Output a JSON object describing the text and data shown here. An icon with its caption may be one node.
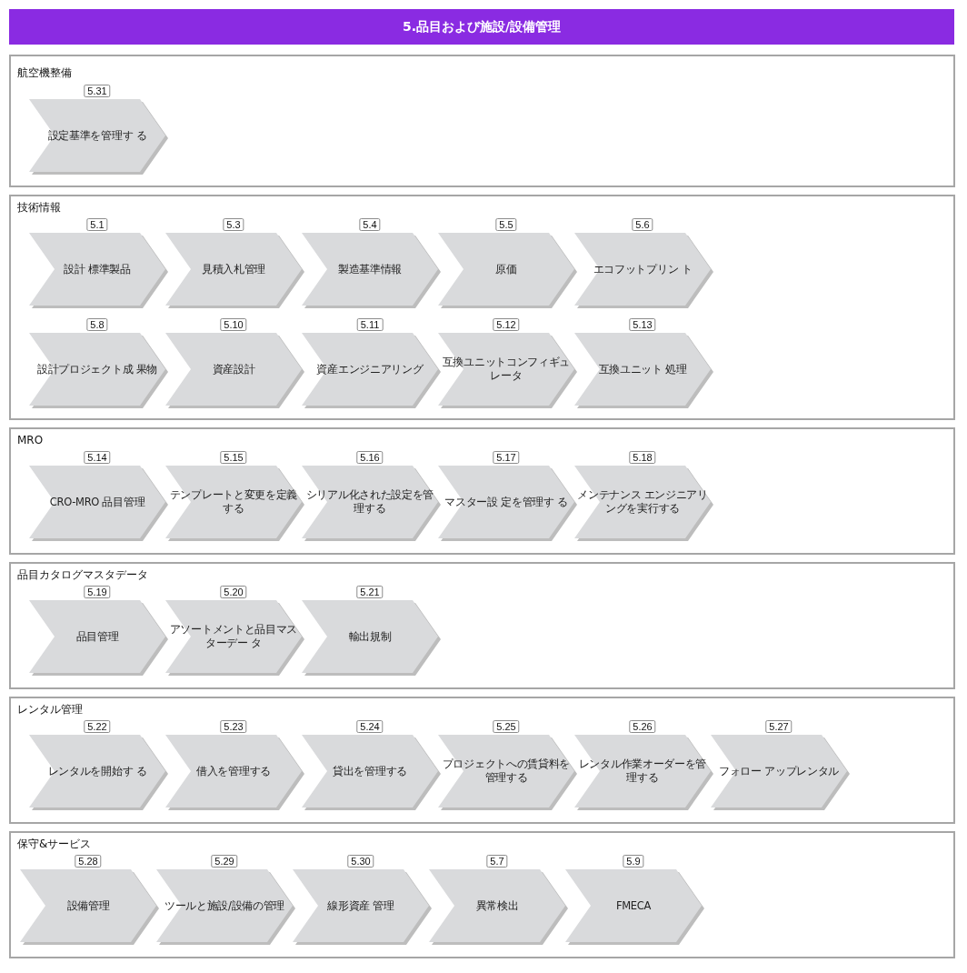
{
  "diagram": {
    "title": "5.品目および施設/設備管理",
    "nodes": [
      {
        "text": [
          "航空機整備"
        ]
      },
      {
        "text": [
          "設定基準を管理す る"
        ],
        "in": 0,
        "beside": [
          "5.31"
        ]
      },
      {
        "text": [
          "技術情報"
        ]
      },
      {
        "text": [
          "設計 標準製品"
        ],
        "in": 2,
        "beside": [
          "5.1"
        ]
      },
      {
        "text": [
          "見積入札管理"
        ],
        "in": 2,
        "beside": [
          "5.3"
        ]
      },
      {
        "text": [
          "製造基準情報"
        ],
        "in": 2,
        "beside": [
          "5.4"
        ]
      },
      {
        "text": [
          "原価"
        ],
        "in": 2,
        "beside": [
          "5.5"
        ]
      },
      {
        "text": [
          "エコフットプリン ト"
        ],
        "in": 2,
        "beside": [
          "5.6"
        ]
      },
      {
        "text": [
          "設計プロジェクト成 果物"
        ],
        "in": 2,
        "beside": [
          "5.8"
        ]
      },
      {
        "text": [
          "資産設計"
        ],
        "in": 2,
        "beside": [
          "5.10"
        ]
      },
      {
        "text": [
          "資産エンジニアリング"
        ],
        "in": 2,
        "beside": [
          "5.11"
        ]
      },
      {
        "text": [
          "互換ユニットコンフィギュレータ"
        ],
        "in": 2,
        "beside": [
          "5.12"
        ]
      },
      {
        "text": [
          "互換ユニット 処理"
        ],
        "in": 2,
        "beside": [
          "5.13"
        ]
      },
      {
        "text": [
          "MRO"
        ]
      },
      {
        "text": [
          "CRO-MRO 品目管理"
        ],
        "in": 13,
        "beside": [
          "5.14"
        ]
      },
      {
        "text": [
          "テンプレートと変更を定義する"
        ],
        "in": 13,
        "beside": [
          "5.15"
        ]
      },
      {
        "text": [
          "シリアル化された設定を管理する"
        ],
        "in": 13,
        "beside": [
          "5.16"
        ]
      },
      {
        "text": [
          "マスター設 定を管理す る"
        ],
        "in": 13,
        "beside": [
          "5.17"
        ]
      },
      {
        "text": [
          "メンテナンス エンジニアリングを実行する"
        ],
        "in": 13,
        "beside": [
          "5.18"
        ]
      },
      {
        "text": [
          "品目カタログマスタデータ"
        ]
      },
      {
        "text": [
          "品目管理"
        ],
        "in": 19,
        "beside": [
          "5.19"
        ]
      },
      {
        "text": [
          "アソートメントと品目マスターデー タ"
        ],
        "in": 19,
        "beside": [
          "5.20"
        ]
      },
      {
        "text": [
          "輸出規制"
        ],
        "in": 19,
        "beside": [
          "5.21"
        ]
      },
      {
        "text": [
          "レンタル管理"
        ]
      },
      {
        "text": [
          "レンタルを開始す る"
        ],
        "in": 23,
        "beside": [
          "5.22"
        ]
      },
      {
        "text": [
          "借入を管理する"
        ],
        "in": 23,
        "beside": [
          "5.23"
        ]
      },
      {
        "text": [
          "貸出を管理する"
        ],
        "in": 23,
        "beside": [
          "5.24"
        ]
      },
      {
        "text": [
          "プロジェクトへの賃貸料を管理する"
        ],
        "in": 23,
        "beside": [
          "5.25"
        ]
      },
      {
        "text": [
          "レンタル作業オーダーを管理する"
        ],
        "in": 23,
        "beside": [
          "5.26"
        ]
      },
      {
        "text": [
          "フォロー アップレンタル"
        ],
        "in": 23,
        "beside": [
          "5.27"
        ]
      },
      {
        "text": [
          "保守&サービス"
        ]
      },
      {
        "text": [
          "設備管理"
        ],
        "in": 30,
        "beside": [
          "5.28"
        ]
      },
      {
        "text": [
          "ツールと施設/設備の管理"
        ],
        "in": 30,
        "beside": [
          "5.29"
        ]
      },
      {
        "text": [
          "線形資産 管理"
        ],
        "in": 30,
        "beside": [
          "5.30"
        ]
      },
      {
        "text": [
          "異常検出"
        ],
        "in": 30,
        "beside": [
          "5.7"
        ]
      },
      {
        "text": [
          "FMECA"
        ],
        "in": 30,
        "beside": [
          "5.9"
        ]
      }
    ]
  }
}
